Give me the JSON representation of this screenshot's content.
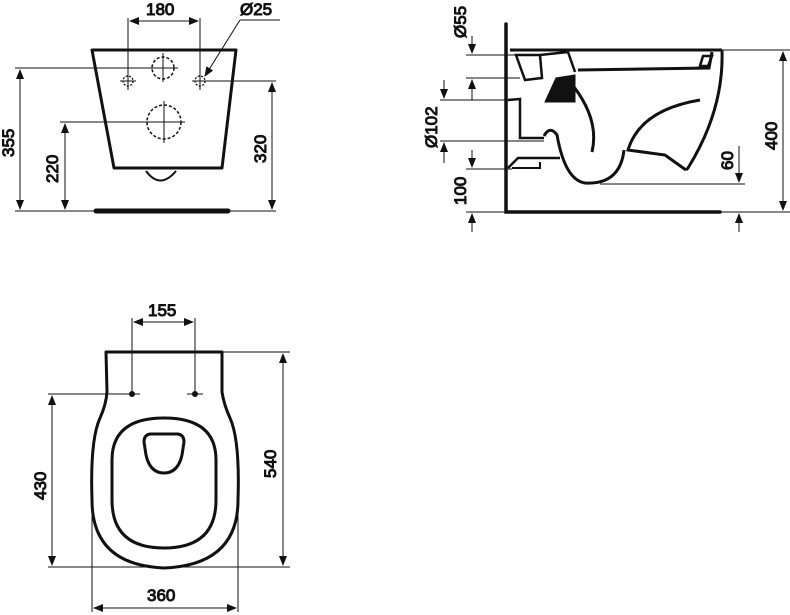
{
  "diagram": {
    "subject": "Wall-hung toilet technical drawing",
    "views": {
      "front": {
        "dimensions": {
          "fixing_spacing": "180",
          "fixing_hole_diameter": "Ø25",
          "total_height": "355",
          "outlet_height": "220",
          "fixing_height": "320"
        }
      },
      "side": {
        "dimensions": {
          "inlet_diameter": "Ø55",
          "outlet_diameter": "Ø102",
          "floor_to_outlet": "100",
          "bottom_clearance": "60",
          "total_height": "400"
        }
      },
      "top": {
        "dimensions": {
          "fixing_spacing": "155",
          "fixing_depth": "430",
          "total_depth": "540",
          "width": "360"
        }
      }
    },
    "line_color": "#111111",
    "background": "#ffffff"
  }
}
